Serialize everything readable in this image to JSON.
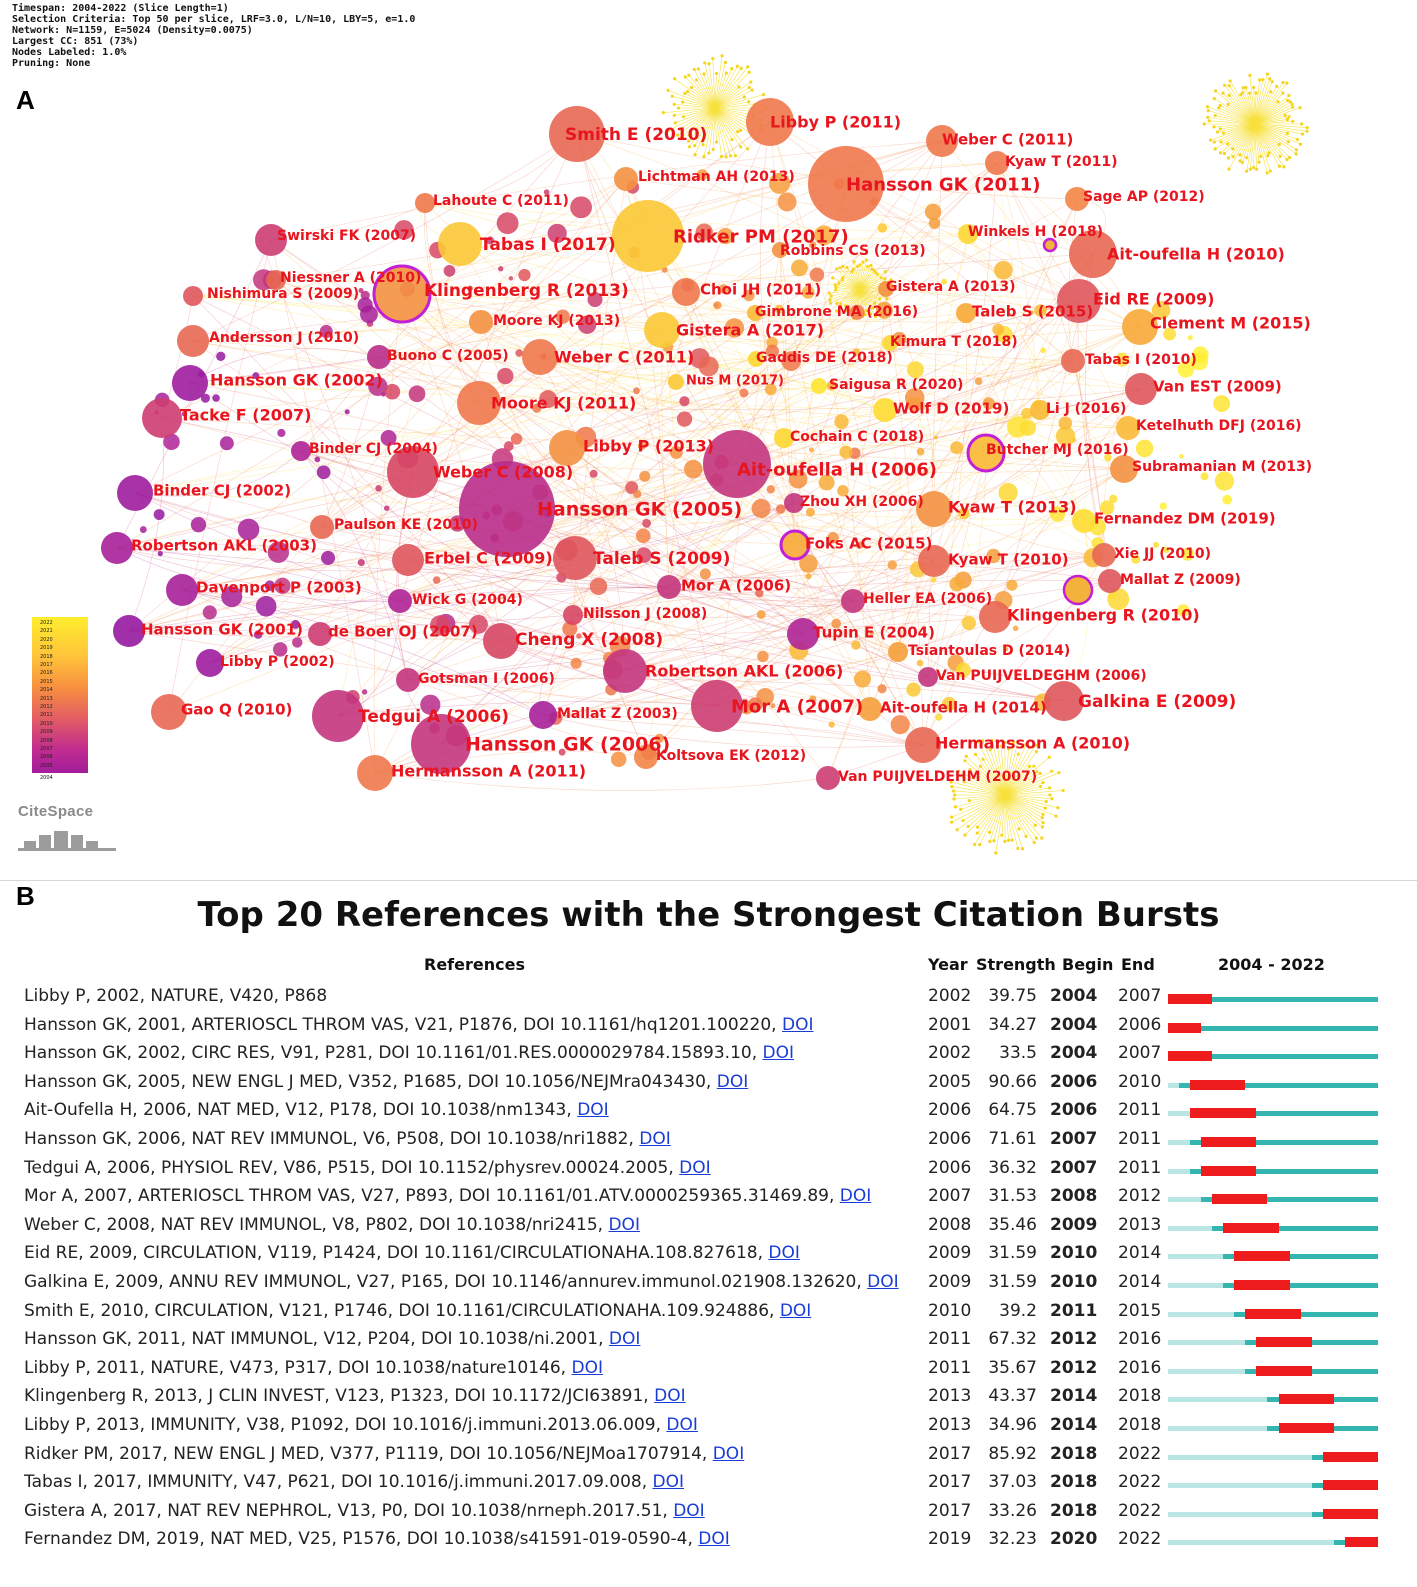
{
  "panel_a": {
    "letter": "A",
    "meta_lines": [
      "Timespan: 2004-2022 (Slice Length=1)",
      "Selection Criteria: Top 50 per slice, LRF=3.0, L/N=10, LBY=5, e=1.0",
      "Network: N=1159, E=5024 (Density=0.0075)",
      "Largest CC: 851 (73%)",
      "Nodes Labeled: 1.0%",
      "Pruning: None"
    ],
    "legend": {
      "labels": [
        "2022",
        "2021",
        "2020",
        "2019",
        "2018",
        "2017",
        "2016",
        "2015",
        "2014",
        "2013",
        "2012",
        "2011",
        "2010",
        "2009",
        "2008",
        "2007",
        "2006",
        "2005"
      ],
      "last": "2004"
    },
    "logo_text": "CiteSpace",
    "nodes": [
      {
        "label": "Smith E (2010)",
        "year": 2010
      },
      {
        "label": "Libby P (2011)",
        "year": 2011
      },
      {
        "label": "Weber C (2011)",
        "year": 2011
      },
      {
        "label": "Kyaw T (2011)",
        "year": 2011
      },
      {
        "label": "Lichtman AH (2013)",
        "year": 2013
      },
      {
        "label": "Hansson GK (2011)",
        "year": 2011
      },
      {
        "label": "Sage AP (2012)",
        "year": 2012
      },
      {
        "label": "Lahoute C (2011)",
        "year": 2011
      },
      {
        "label": "Winkels H (2018)",
        "year": 2018
      },
      {
        "label": "Swirski FK (2007)",
        "year": 2007
      },
      {
        "label": "Tabas I (2017)",
        "year": 2017
      },
      {
        "label": "Ridker PM (2017)",
        "year": 2017
      },
      {
        "label": "Robbins CS (2013)",
        "year": 2013
      },
      {
        "label": "Ait-oufella H (2010)",
        "year": 2010
      },
      {
        "label": "Niessner A (2010)",
        "year": 2010
      },
      {
        "label": "Gistera A (2013)",
        "year": 2013
      },
      {
        "label": "Nishimura S (2009)",
        "year": 2009
      },
      {
        "label": "Klingenberg R (2013)",
        "year": 2013
      },
      {
        "label": "Choi JH (2011)",
        "year": 2011
      },
      {
        "label": "Eid RE (2009)",
        "year": 2009
      },
      {
        "label": "Gimbrone MA (2016)",
        "year": 2016
      },
      {
        "label": "Taleb S (2015)",
        "year": 2015
      },
      {
        "label": "Moore KJ (2013)",
        "year": 2013
      },
      {
        "label": "Clement M (2015)",
        "year": 2015
      },
      {
        "label": "Gistera A (2017)",
        "year": 2017
      },
      {
        "label": "Andersson J (2010)",
        "year": 2010
      },
      {
        "label": "Kimura T (2018)",
        "year": 2018
      },
      {
        "label": "Buono C (2005)",
        "year": 2005
      },
      {
        "label": "Weber C (2011)",
        "year": 2011
      },
      {
        "label": "Gaddis DE (2018)",
        "year": 2018
      },
      {
        "label": "Tabas I (2010)",
        "year": 2010
      },
      {
        "label": "Hansson GK (2002)",
        "year": 2002
      },
      {
        "label": "Nus M (2017)",
        "year": 2017
      },
      {
        "label": "Saigusa R (2020)",
        "year": 2020
      },
      {
        "label": "Van EST (2009)",
        "year": 2009
      },
      {
        "label": "Moore KJ (2011)",
        "year": 2011
      },
      {
        "label": "Wolf D (2019)",
        "year": 2019
      },
      {
        "label": "Li J (2016)",
        "year": 2016
      },
      {
        "label": "Tacke F (2007)",
        "year": 2007
      },
      {
        "label": "Ketelhuth DFJ (2016)",
        "year": 2016
      },
      {
        "label": "Libby P (2013)",
        "year": 2013
      },
      {
        "label": "Cochain C (2018)",
        "year": 2018
      },
      {
        "label": "Binder CJ (2004)",
        "year": 2004
      },
      {
        "label": "Butcher MJ (2016)",
        "year": 2016
      },
      {
        "label": "Ait-oufella H (2006)",
        "year": 2006
      },
      {
        "label": "Weber C (2008)",
        "year": 2008
      },
      {
        "label": "Subramanian M (2013)",
        "year": 2013
      },
      {
        "label": "Binder CJ (2002)",
        "year": 2002
      },
      {
        "label": "Zhou XH (2006)",
        "year": 2006
      },
      {
        "label": "Hansson GK (2005)",
        "year": 2005
      },
      {
        "label": "Kyaw T (2013)",
        "year": 2013
      },
      {
        "label": "Paulson KE (2010)",
        "year": 2010
      },
      {
        "label": "Fernandez DM (2019)",
        "year": 2019
      },
      {
        "label": "Robertson AKL (2003)",
        "year": 2003
      },
      {
        "label": "Foks AC (2015)",
        "year": 2015
      },
      {
        "label": "Erbel C (2009)",
        "year": 2009
      },
      {
        "label": "Taleb S (2009)",
        "year": 2009
      },
      {
        "label": "Xie JJ (2010)",
        "year": 2010
      },
      {
        "label": "Kyaw T (2010)",
        "year": 2010
      },
      {
        "label": "Davenport P (2003)",
        "year": 2003
      },
      {
        "label": "Mor A (2006)",
        "year": 2006
      },
      {
        "label": "Mallat Z (2009)",
        "year": 2009
      },
      {
        "label": "Wick G (2004)",
        "year": 2004
      },
      {
        "label": "Heller EA (2006)",
        "year": 2006
      },
      {
        "label": "Nilsson J (2008)",
        "year": 2008
      },
      {
        "label": "Klingenberg R (2010)",
        "year": 2010
      },
      {
        "label": "Hansson GK (2001)",
        "year": 2001
      },
      {
        "label": "de Boer OJ (2007)",
        "year": 2007
      },
      {
        "label": "Cheng X (2008)",
        "year": 2008
      },
      {
        "label": "Tupin E (2004)",
        "year": 2004
      },
      {
        "label": "Tsiantoulas D (2014)",
        "year": 2014
      },
      {
        "label": "Libby P (2002)",
        "year": 2002
      },
      {
        "label": "Robertson AKL (2006)",
        "year": 2006
      },
      {
        "label": "Van PUIJVELDEGHM (2006)",
        "year": 2006
      },
      {
        "label": "Gotsman I (2006)",
        "year": 2006
      },
      {
        "label": "Gao Q (2010)",
        "year": 2010
      },
      {
        "label": "Tedgui A (2006)",
        "year": 2006
      },
      {
        "label": "Mallat Z (2003)",
        "year": 2003
      },
      {
        "label": "Mor A (2007)",
        "year": 2007
      },
      {
        "label": "Ait-oufella H (2014)",
        "year": 2014
      },
      {
        "label": "Galkina E (2009)",
        "year": 2009
      },
      {
        "label": "Hansson GK (2006)",
        "year": 2006
      },
      {
        "label": "Hermansson A (2010)",
        "year": 2010
      },
      {
        "label": "Koltsova EK (2012)",
        "year": 2012
      },
      {
        "label": "Hermansson A (2011)",
        "year": 2011
      },
      {
        "label": "Van PUIJVELDEHM (2007)",
        "year": 2007
      }
    ]
  },
  "panel_b": {
    "letter": "B",
    "title": "Top 20 References with the Strongest Citation Bursts",
    "headers": {
      "references": "References",
      "year": "Year",
      "strength": "Strength",
      "begin": "Begin",
      "end": "End",
      "range": "2004 - 2022"
    },
    "range_start": 2004,
    "range_end": 2022,
    "colors": {
      "burst": "#ee1c1c",
      "active": "#35b5b0",
      "inactive": "#b9e5e3",
      "link": "#1a3cd6"
    },
    "rows": [
      {
        "ref": "Libby P, 2002, NATURE, V420, P868",
        "doi": "",
        "year": "2002",
        "strength": "39.75",
        "begin": "2004",
        "end": "2007"
      },
      {
        "ref": "Hansson GK, 2001, ARTERIOSCL THROM VAS, V21, P1876, DOI 10.1161/hq1201.100220, ",
        "doi": "DOI",
        "year": "2001",
        "strength": "34.27",
        "begin": "2004",
        "end": "2006"
      },
      {
        "ref": "Hansson GK, 2002, CIRC RES, V91, P281, DOI 10.1161/01.RES.0000029784.15893.10, ",
        "doi": "DOI",
        "year": "2002",
        "strength": "33.5",
        "begin": "2004",
        "end": "2007"
      },
      {
        "ref": "Hansson GK, 2005, NEW ENGL J MED, V352, P1685, DOI 10.1056/NEJMra043430, ",
        "doi": "DOI",
        "year": "2005",
        "strength": "90.66",
        "begin": "2006",
        "end": "2010"
      },
      {
        "ref": "Ait-Oufella H, 2006, NAT MED, V12, P178, DOI 10.1038/nm1343, ",
        "doi": "DOI",
        "year": "2006",
        "strength": "64.75",
        "begin": "2006",
        "end": "2011"
      },
      {
        "ref": "Hansson GK, 2006, NAT REV IMMUNOL, V6, P508, DOI 10.1038/nri1882, ",
        "doi": "DOI",
        "year": "2006",
        "strength": "71.61",
        "begin": "2007",
        "end": "2011"
      },
      {
        "ref": "Tedgui A, 2006, PHYSIOL REV, V86, P515, DOI 10.1152/physrev.00024.2005, ",
        "doi": "DOI",
        "year": "2006",
        "strength": "36.32",
        "begin": "2007",
        "end": "2011"
      },
      {
        "ref": "Mor A, 2007, ARTERIOSCL THROM VAS, V27, P893, DOI 10.1161/01.ATV.0000259365.31469.89, ",
        "doi": "DOI",
        "year": "2007",
        "strength": "31.53",
        "begin": "2008",
        "end": "2012"
      },
      {
        "ref": "Weber C, 2008, NAT REV IMMUNOL, V8, P802, DOI 10.1038/nri2415, ",
        "doi": "DOI",
        "year": "2008",
        "strength": "35.46",
        "begin": "2009",
        "end": "2013"
      },
      {
        "ref": "Eid RE, 2009, CIRCULATION, V119, P1424, DOI 10.1161/CIRCULATIONAHA.108.827618, ",
        "doi": "DOI",
        "year": "2009",
        "strength": "31.59",
        "begin": "2010",
        "end": "2014"
      },
      {
        "ref": "Galkina E, 2009, ANNU REV IMMUNOL, V27, P165, DOI 10.1146/annurev.immunol.021908.132620, ",
        "doi": "DOI",
        "year": "2009",
        "strength": "31.59",
        "begin": "2010",
        "end": "2014"
      },
      {
        "ref": "Smith E, 2010, CIRCULATION, V121, P1746, DOI 10.1161/CIRCULATIONAHA.109.924886, ",
        "doi": "DOI",
        "year": "2010",
        "strength": "39.2",
        "begin": "2011",
        "end": "2015"
      },
      {
        "ref": "Hansson GK, 2011, NAT IMMUNOL, V12, P204, DOI 10.1038/ni.2001, ",
        "doi": "DOI",
        "year": "2011",
        "strength": "67.32",
        "begin": "2012",
        "end": "2016"
      },
      {
        "ref": "Libby P, 2011, NATURE, V473, P317, DOI 10.1038/nature10146, ",
        "doi": "DOI",
        "year": "2011",
        "strength": "35.67",
        "begin": "2012",
        "end": "2016"
      },
      {
        "ref": "Klingenberg R, 2013, J CLIN INVEST, V123, P1323, DOI 10.1172/JCI63891, ",
        "doi": "DOI",
        "year": "2013",
        "strength": "43.37",
        "begin": "2014",
        "end": "2018"
      },
      {
        "ref": "Libby P, 2013, IMMUNITY, V38, P1092, DOI 10.1016/j.immuni.2013.06.009, ",
        "doi": "DOI",
        "year": "2013",
        "strength": "34.96",
        "begin": "2014",
        "end": "2018"
      },
      {
        "ref": "Ridker PM, 2017, NEW ENGL J MED, V377, P1119, DOI 10.1056/NEJMoa1707914, ",
        "doi": "DOI",
        "year": "2017",
        "strength": "85.92",
        "begin": "2018",
        "end": "2022"
      },
      {
        "ref": "Tabas I, 2017, IMMUNITY, V47, P621, DOI 10.1016/j.immuni.2017.09.008, ",
        "doi": "DOI",
        "year": "2017",
        "strength": "37.03",
        "begin": "2018",
        "end": "2022"
      },
      {
        "ref": "Gistera A, 2017, NAT REV NEPHROL, V13, P0, DOI 10.1038/nrneph.2017.51, ",
        "doi": "DOI",
        "year": "2017",
        "strength": "33.26",
        "begin": "2018",
        "end": "2022"
      },
      {
        "ref": "Fernandez DM, 2019, NAT MED, V25, P1576, DOI 10.1038/s41591-019-0590-4, ",
        "doi": "DOI",
        "year": "2019",
        "strength": "32.23",
        "begin": "2020",
        "end": "2022"
      }
    ]
  }
}
